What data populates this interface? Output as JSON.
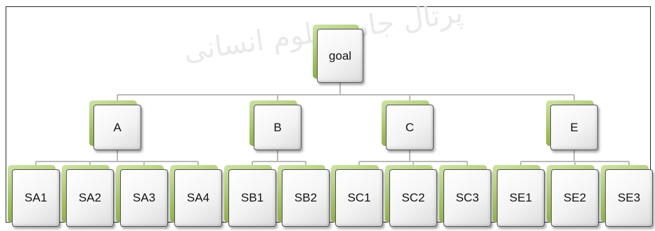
{
  "watermark": "پرتال جامع علوم انسانی",
  "tree": {
    "label": "goal",
    "children": [
      {
        "label": "A",
        "children": [
          {
            "label": "SA1"
          },
          {
            "label": "SA2"
          },
          {
            "label": "SA3"
          },
          {
            "label": "SA4"
          }
        ]
      },
      {
        "label": "B",
        "children": [
          {
            "label": "SB1"
          },
          {
            "label": "SB2"
          }
        ]
      },
      {
        "label": "C",
        "children": [
          {
            "label": "SC1"
          },
          {
            "label": "SC2"
          },
          {
            "label": "SC3"
          }
        ]
      },
      {
        "label": "E",
        "children": [
          {
            "label": "SE1"
          },
          {
            "label": "SE2"
          },
          {
            "label": "SE3"
          }
        ]
      }
    ]
  },
  "colors": {
    "node_accent": "#9fbe5f",
    "node_face": "#f4f4f4",
    "node_border": "#555555",
    "connector": "#b9b9b9",
    "frame_border": "#2a2a2a"
  }
}
